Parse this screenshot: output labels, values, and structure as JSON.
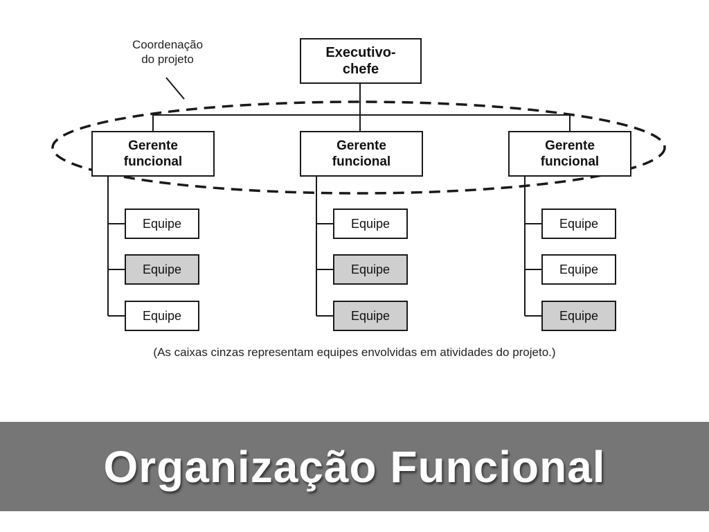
{
  "diagram": {
    "coordination_label": "Coordenação\ndo projeto",
    "executive": "Executivo-\nchefe",
    "managers": [
      {
        "label": "Gerente\nfuncional",
        "teams": [
          {
            "label": "Equipe",
            "involved": false
          },
          {
            "label": "Equipe",
            "involved": true
          },
          {
            "label": "Equipe",
            "involved": false
          }
        ]
      },
      {
        "label": "Gerente\nfuncional",
        "teams": [
          {
            "label": "Equipe",
            "involved": false
          },
          {
            "label": "Equipe",
            "involved": true
          },
          {
            "label": "Equipe",
            "involved": true
          }
        ]
      },
      {
        "label": "Gerente\nfuncional",
        "teams": [
          {
            "label": "Equipe",
            "involved": false
          },
          {
            "label": "Equipe",
            "involved": false
          },
          {
            "label": "Equipe",
            "involved": true
          }
        ]
      }
    ],
    "caption": "(As caixas cinzas representam equipes envolvidas em atividades do projeto.)"
  },
  "title": "Organização Funcional",
  "colors": {
    "title_bar": "#767676",
    "involved_team": "#cfcfcf",
    "line": "#1a1a1a"
  }
}
